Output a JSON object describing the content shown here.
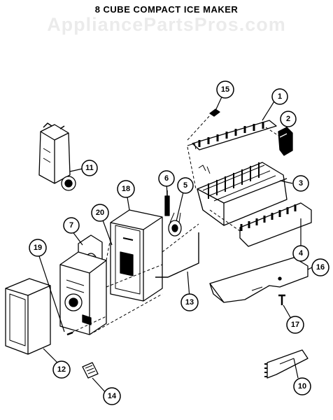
{
  "diagram": {
    "title": "8 CUBE COMPACT ICE MAKER",
    "watermark": "AppliancePartsPros.com",
    "callouts": [
      {
        "id": "c1",
        "label": "1"
      },
      {
        "id": "c2",
        "label": "2"
      },
      {
        "id": "c3",
        "label": "3"
      },
      {
        "id": "c4",
        "label": "4"
      },
      {
        "id": "c5",
        "label": "5"
      },
      {
        "id": "c6",
        "label": "6"
      },
      {
        "id": "c7",
        "label": "7"
      },
      {
        "id": "c10",
        "label": "10"
      },
      {
        "id": "c11",
        "label": "11"
      },
      {
        "id": "c12",
        "label": "12"
      },
      {
        "id": "c13",
        "label": "13"
      },
      {
        "id": "c14",
        "label": "14"
      },
      {
        "id": "c15",
        "label": "15"
      },
      {
        "id": "c16",
        "label": "16"
      },
      {
        "id": "c17",
        "label": "17"
      },
      {
        "id": "c18",
        "label": "18"
      },
      {
        "id": "c19",
        "label": "19"
      },
      {
        "id": "c20",
        "label": "20"
      }
    ]
  },
  "colors": {
    "ink": "#000000",
    "background": "#ffffff"
  }
}
